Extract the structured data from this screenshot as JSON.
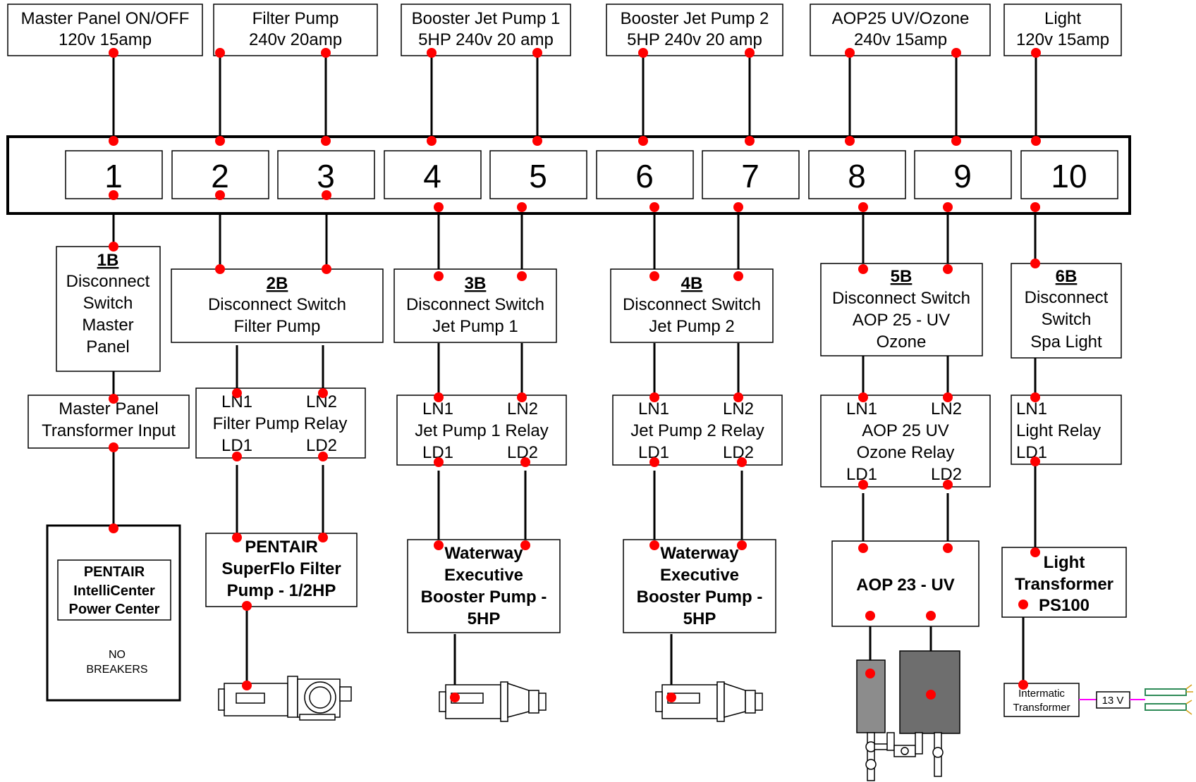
{
  "colors": {
    "wire": "#000000",
    "dot": "#ff0000",
    "stroke": "#000000",
    "background": "#ffffff",
    "lamp_wire": "#ff00ff",
    "lamp": "#2e8b57"
  },
  "breakers": [
    {
      "line1": "Master Panel ON/OFF",
      "line2": "120v 15amp"
    },
    {
      "line1": "Filter Pump",
      "line2": "240v 20amp"
    },
    {
      "line1": "Booster Jet Pump 1",
      "line2": "5HP 240v 20 amp"
    },
    {
      "line1": "Booster Jet Pump 2",
      "line2": "5HP 240v 20 amp"
    },
    {
      "line1": "AOP25 UV/Ozone",
      "line2": "240v 15amp"
    },
    {
      "line1": "Light",
      "line2": "120v 15amp"
    }
  ],
  "terminals": [
    "1",
    "2",
    "3",
    "4",
    "5",
    "6",
    "7",
    "8",
    "9",
    "10"
  ],
  "disconnects": {
    "d1": {
      "id": "1B",
      "lines": [
        "Disconnect",
        "Switch",
        "Master",
        "Panel"
      ]
    },
    "d2": {
      "id": "2B",
      "lines": [
        "Disconnect Switch",
        "Filter Pump"
      ]
    },
    "d3": {
      "id": "3B",
      "lines": [
        "Disconnect Switch",
        "Jet Pump 1"
      ]
    },
    "d4": {
      "id": "4B",
      "lines": [
        "Disconnect Switch",
        "Jet Pump 2"
      ]
    },
    "d5": {
      "id": "5B",
      "lines": [
        "Disconnect Switch",
        "AOP 25 - UV",
        "Ozone"
      ]
    },
    "d6": {
      "id": "6B",
      "lines": [
        "Disconnect",
        "Switch",
        "Spa Light"
      ]
    }
  },
  "master_transformer": {
    "lines": [
      "Master Panel",
      "Transformer Input"
    ]
  },
  "relays": {
    "filter": {
      "ln1": "LN1",
      "ln2": "LN2",
      "name": "Filter Pump Relay",
      "ld1": "LD1",
      "ld2": "LD2"
    },
    "jet1": {
      "ln1": "LN1",
      "ln2": "LN2",
      "name": "Jet Pump 1 Relay",
      "ld1": "LD1",
      "ld2": "LD2"
    },
    "jet2": {
      "ln1": "LN1",
      "ln2": "LN2",
      "name": "Jet Pump 2 Relay",
      "ld1": "LD1",
      "ld2": "LD2"
    },
    "aop": {
      "ln1": "LN1",
      "ln2": "LN2",
      "name1": "AOP 25 UV",
      "name2": "Ozone Relay",
      "ld1": "LD1",
      "ld2": "LD2"
    },
    "light": {
      "ln1": "LN1",
      "name": "Light Relay",
      "ld1": "LD1"
    }
  },
  "power_center": {
    "lines": [
      "PENTAIR",
      "IntelliCenter",
      "Power Center"
    ],
    "note1": "NO",
    "note2": "BREAKERS"
  },
  "equipment": {
    "filter": [
      "PENTAIR",
      "SuperFlo Filter",
      "Pump - 1/2HP"
    ],
    "jet1": [
      "Waterway",
      "Executive",
      "Booster Pump -",
      "5HP"
    ],
    "jet2": [
      "Waterway",
      "Executive",
      "Booster Pump -",
      "5HP"
    ],
    "aop": [
      "AOP 23 - UV"
    ],
    "light": [
      "Light",
      "Transformer",
      "PS100"
    ]
  },
  "intermatic": {
    "line1": "Intermatic",
    "line2": "Transformer"
  },
  "voltage_label": "13 V",
  "icons": [
    "filter-pump-icon",
    "booster-pump-icon",
    "uv-ozone-unit-icon",
    "spa-light-icon"
  ]
}
